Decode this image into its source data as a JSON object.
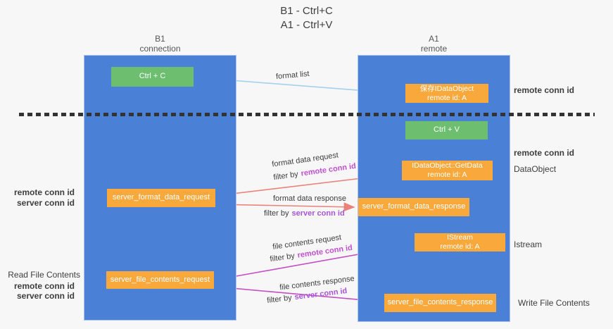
{
  "title": {
    "line1": "B1 - Ctrl+C",
    "line2": "A1 - Ctrl+V"
  },
  "lanes": {
    "left": {
      "title": "B1",
      "subtitle": "connection"
    },
    "right": {
      "title": "A1",
      "subtitle": "remote"
    }
  },
  "nodes": {
    "ctrl_c": {
      "label": "Ctrl + C"
    },
    "save_idataobject": {
      "line1": "保存IDataObject",
      "line2": "remote id: A"
    },
    "ctrl_v": {
      "label": "Ctrl + V"
    },
    "getdata": {
      "line1": "IDataObject::GetData",
      "line2": "remote id: A"
    },
    "server_format_data_request": {
      "label": "server_format_data_request"
    },
    "server_format_data_response": {
      "label": "server_format_data_response"
    },
    "istream": {
      "line1": "IStream",
      "line2": "remote id: A"
    },
    "server_file_contents_request": {
      "label": "server_file_contents_request"
    },
    "server_file_contents_response": {
      "label": "server_file_contents_response"
    }
  },
  "edge_labels": {
    "format_list": "format list",
    "format_data_request": "format data request",
    "format_data_response": "format data response",
    "file_contents_request": "file contents request",
    "file_contents_response": "file contents response",
    "filter_by": "filter by",
    "remote_conn_id": "remote conn id",
    "server_conn_id": "server conn id"
  },
  "margin_labels": {
    "remote_conn_id": "remote conn id",
    "server_conn_id": "server conn id",
    "data_object": "DataObject",
    "istream": "Istream",
    "read_file_contents": "Read File Contents",
    "write_file_contents": "Write File Contents"
  },
  "colors": {
    "lane_blue": "#4a80d5",
    "box_green": "#6dbe6e",
    "box_orange": "#f9a83c",
    "arrow_salmon": "#e8827a",
    "arrow_magenta": "#c44fc4",
    "arrow_light_blue": "#a5d0ec",
    "arrow_black": "#2b2b2b",
    "text_purple": "#a855d6",
    "text_green": "#56b35a",
    "text_magenta": "#c24fd0"
  }
}
